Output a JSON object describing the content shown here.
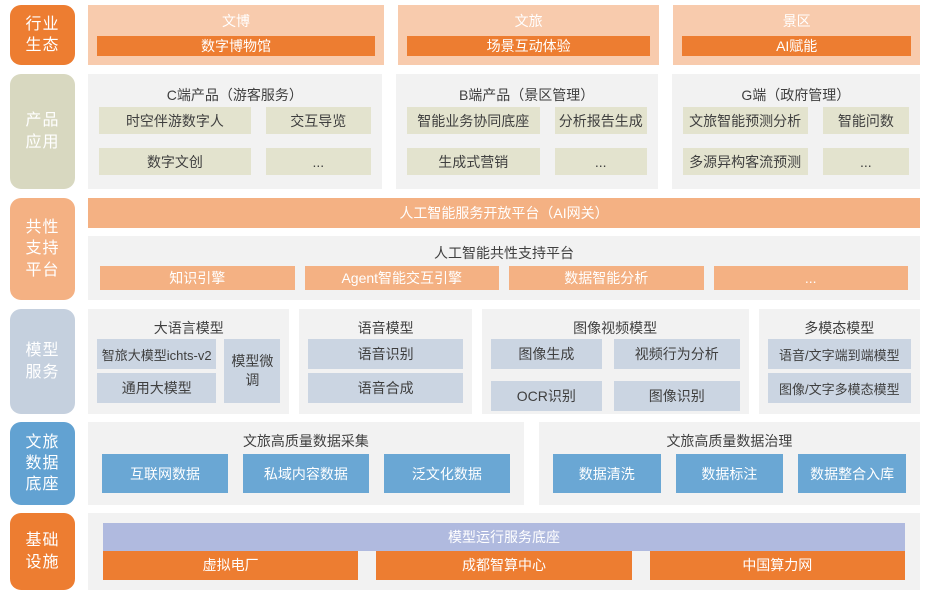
{
  "colors": {
    "orange": "#ED7D31",
    "peach": "#F8CBAD",
    "salmon": "#F4B183",
    "olive_label": "#D8D8C0",
    "olive_box": "#E3E3CE",
    "bluegray_label": "#C5D0DE",
    "bluegray_box": "#CBD5E2",
    "blue": "#6AA7D4",
    "periwinkle": "#B0BADF",
    "panel_gray": "#F2F2F2"
  },
  "layers": {
    "industry": {
      "label": "行业\n生态",
      "panels": [
        {
          "header": "文博",
          "bar": "数字博物馆"
        },
        {
          "header": "文旅",
          "bar": "场景互动体验"
        },
        {
          "header": "景区",
          "bar": "AI赋能"
        }
      ]
    },
    "products": {
      "label": "产品\n应用",
      "panels": [
        {
          "title": "C端产品（游客服务）",
          "items": [
            "时空伴游数字人",
            "交互导览",
            "数字文创",
            "..."
          ]
        },
        {
          "title": "B端产品（景区管理）",
          "items": [
            "智能业务协同底座",
            "分析报告生成",
            "生成式营销",
            "..."
          ]
        },
        {
          "title": "G端（政府管理）",
          "items": [
            "文旅智能预测分析",
            "智能问数",
            "多源异构客流预测",
            "..."
          ]
        }
      ]
    },
    "support": {
      "label": "共性\n支持\n平台",
      "gateway": "人工智能服务开放平台（AI网关）",
      "platform_title": "人工智能共性支持平台",
      "items": [
        "知识引擎",
        "Agent智能交互引擎",
        "数据智能分析",
        "..."
      ]
    },
    "models": {
      "label": "模型\n服务",
      "llm": {
        "title": "大语言模型",
        "items": [
          "智旅大模型ichts-v2",
          "通用大模型"
        ],
        "side": "模型微调"
      },
      "speech": {
        "title": "语音模型",
        "items": [
          "语音识别",
          "语音合成"
        ]
      },
      "vision": {
        "title": "图像视频模型",
        "items": [
          "图像生成",
          "视频行为分析",
          "OCR识别",
          "图像识别"
        ]
      },
      "multimodal": {
        "title": "多模态模型",
        "items": [
          "语音/文字端到端模型",
          "图像/文字多模态模型"
        ]
      }
    },
    "data": {
      "label": "文旅\n数据\n底座",
      "collect": {
        "title": "文旅高质量数据采集",
        "items": [
          "互联网数据",
          "私域内容数据",
          "泛文化数据"
        ]
      },
      "govern": {
        "title": "文旅高质量数据治理",
        "items": [
          "数据清洗",
          "数据标注",
          "数据整合入库"
        ]
      }
    },
    "infra": {
      "label": "基础\n设施",
      "runtime_bar": "模型运行服务底座",
      "items": [
        "虚拟电厂",
        "成都智算中心",
        "中国算力网"
      ]
    }
  }
}
